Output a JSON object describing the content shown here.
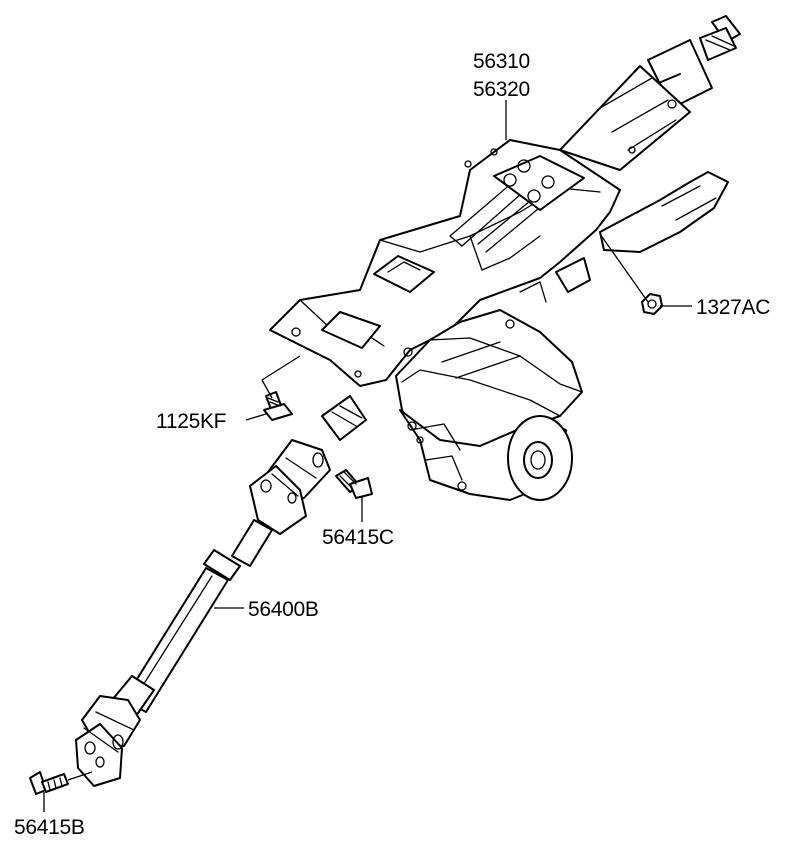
{
  "labels": {
    "col_upper_1": "56310",
    "col_upper_2": "56320",
    "nut": "1327AC",
    "bolt_bracket": "1125KF",
    "bolt_upper_joint": "56415C",
    "shaft": "56400B",
    "bolt_lower_joint": "56415B"
  }
}
